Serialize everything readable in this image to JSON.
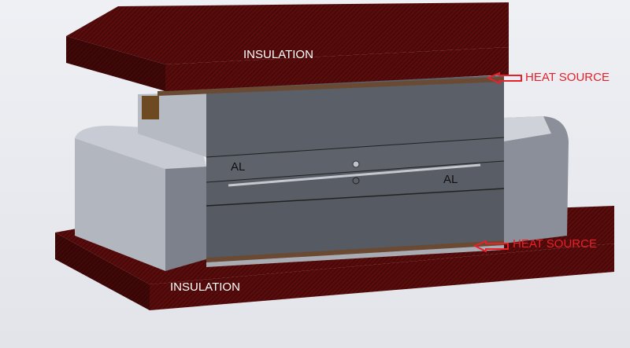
{
  "labels": {
    "insulation_top": "INSULATION",
    "insulation_bottom": "INSULATION",
    "heat_source_top": "HEAT SOURCE",
    "heat_source_bottom": "HEAT SOURCE",
    "al_left": "AL",
    "al_right": "AL"
  },
  "colors": {
    "insulation": "#5a0c0c",
    "heat_label": "#e8202a",
    "steel": "#5a5f68",
    "light_steel": "#b9bcc4"
  }
}
